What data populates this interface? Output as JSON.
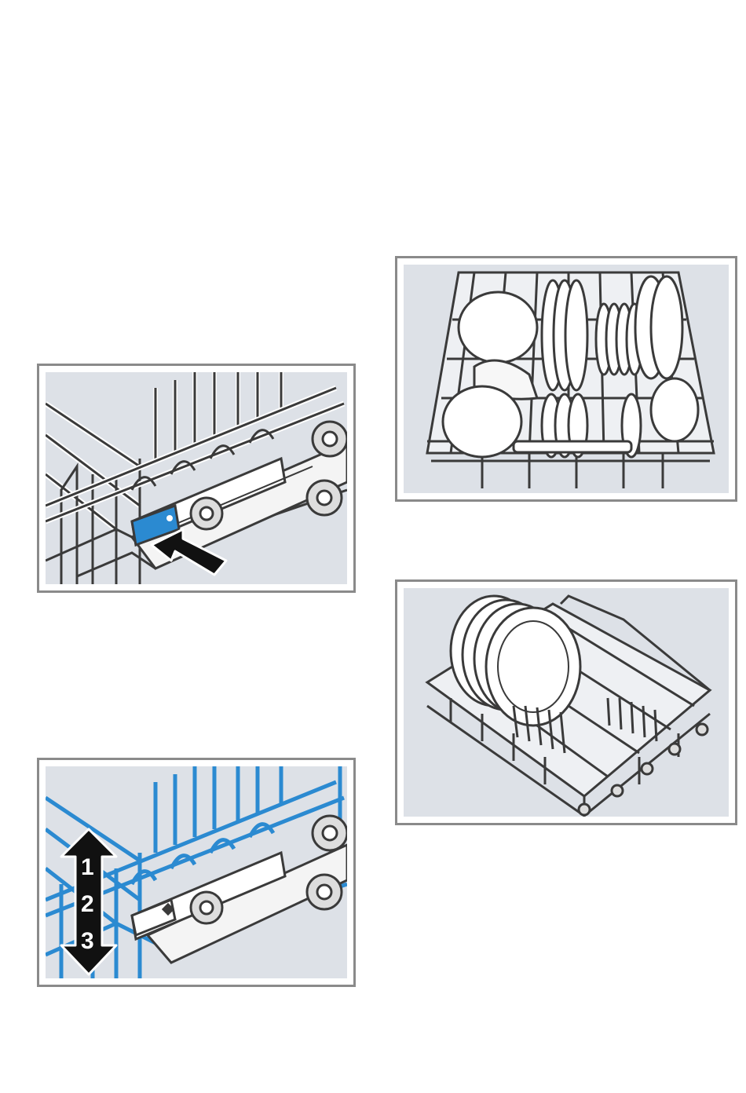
{
  "figures": [
    {
      "id": "rack-lock-release",
      "icons": [
        "rack-wire-icon",
        "blue-release-button-icon",
        "push-arrow-icon"
      ]
    },
    {
      "id": "rack-height-adjust",
      "step_labels": [
        "1",
        "2",
        "3"
      ],
      "icons": [
        "rack-wire-blue-icon",
        "double-arrow-icon"
      ]
    },
    {
      "id": "upper-basket-loaded",
      "icons": [
        "cups-icon",
        "plates-icon"
      ]
    },
    {
      "id": "lower-basket-loaded",
      "icons": [
        "large-plates-icon",
        "rack-tines-icon"
      ]
    }
  ],
  "colors": {
    "frame": "#8a8a8a",
    "panel": "#dde1e7",
    "accent_blue": "#2b8ad1",
    "line": "#3a3a3a"
  }
}
